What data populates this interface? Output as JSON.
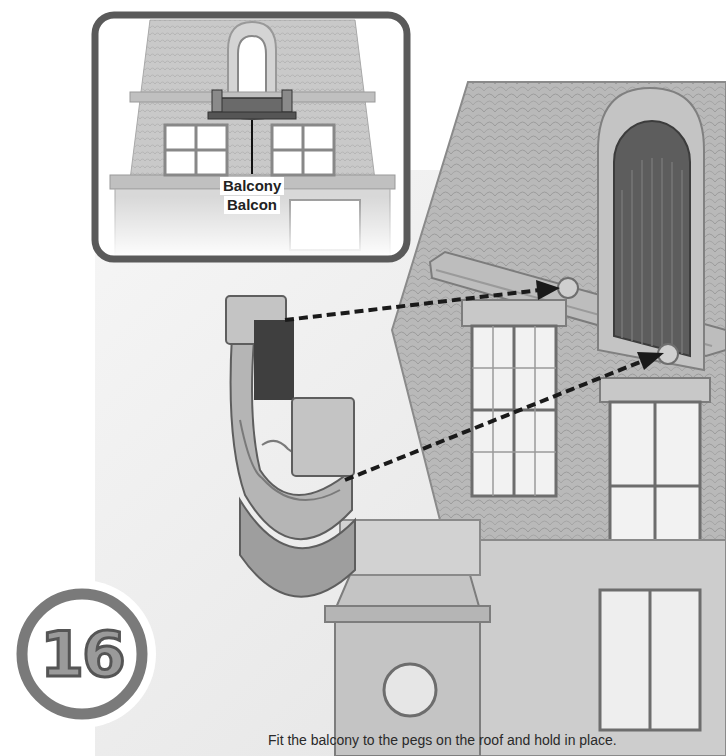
{
  "diagram": {
    "caption": "Fit the balcony to the pegs on the roof and hold in place.",
    "nodes": [
      {
        "text": [
          "16"
        ]
      }
    ],
    "labels": [
      "Balcony",
      "Balcon"
    ]
  }
}
